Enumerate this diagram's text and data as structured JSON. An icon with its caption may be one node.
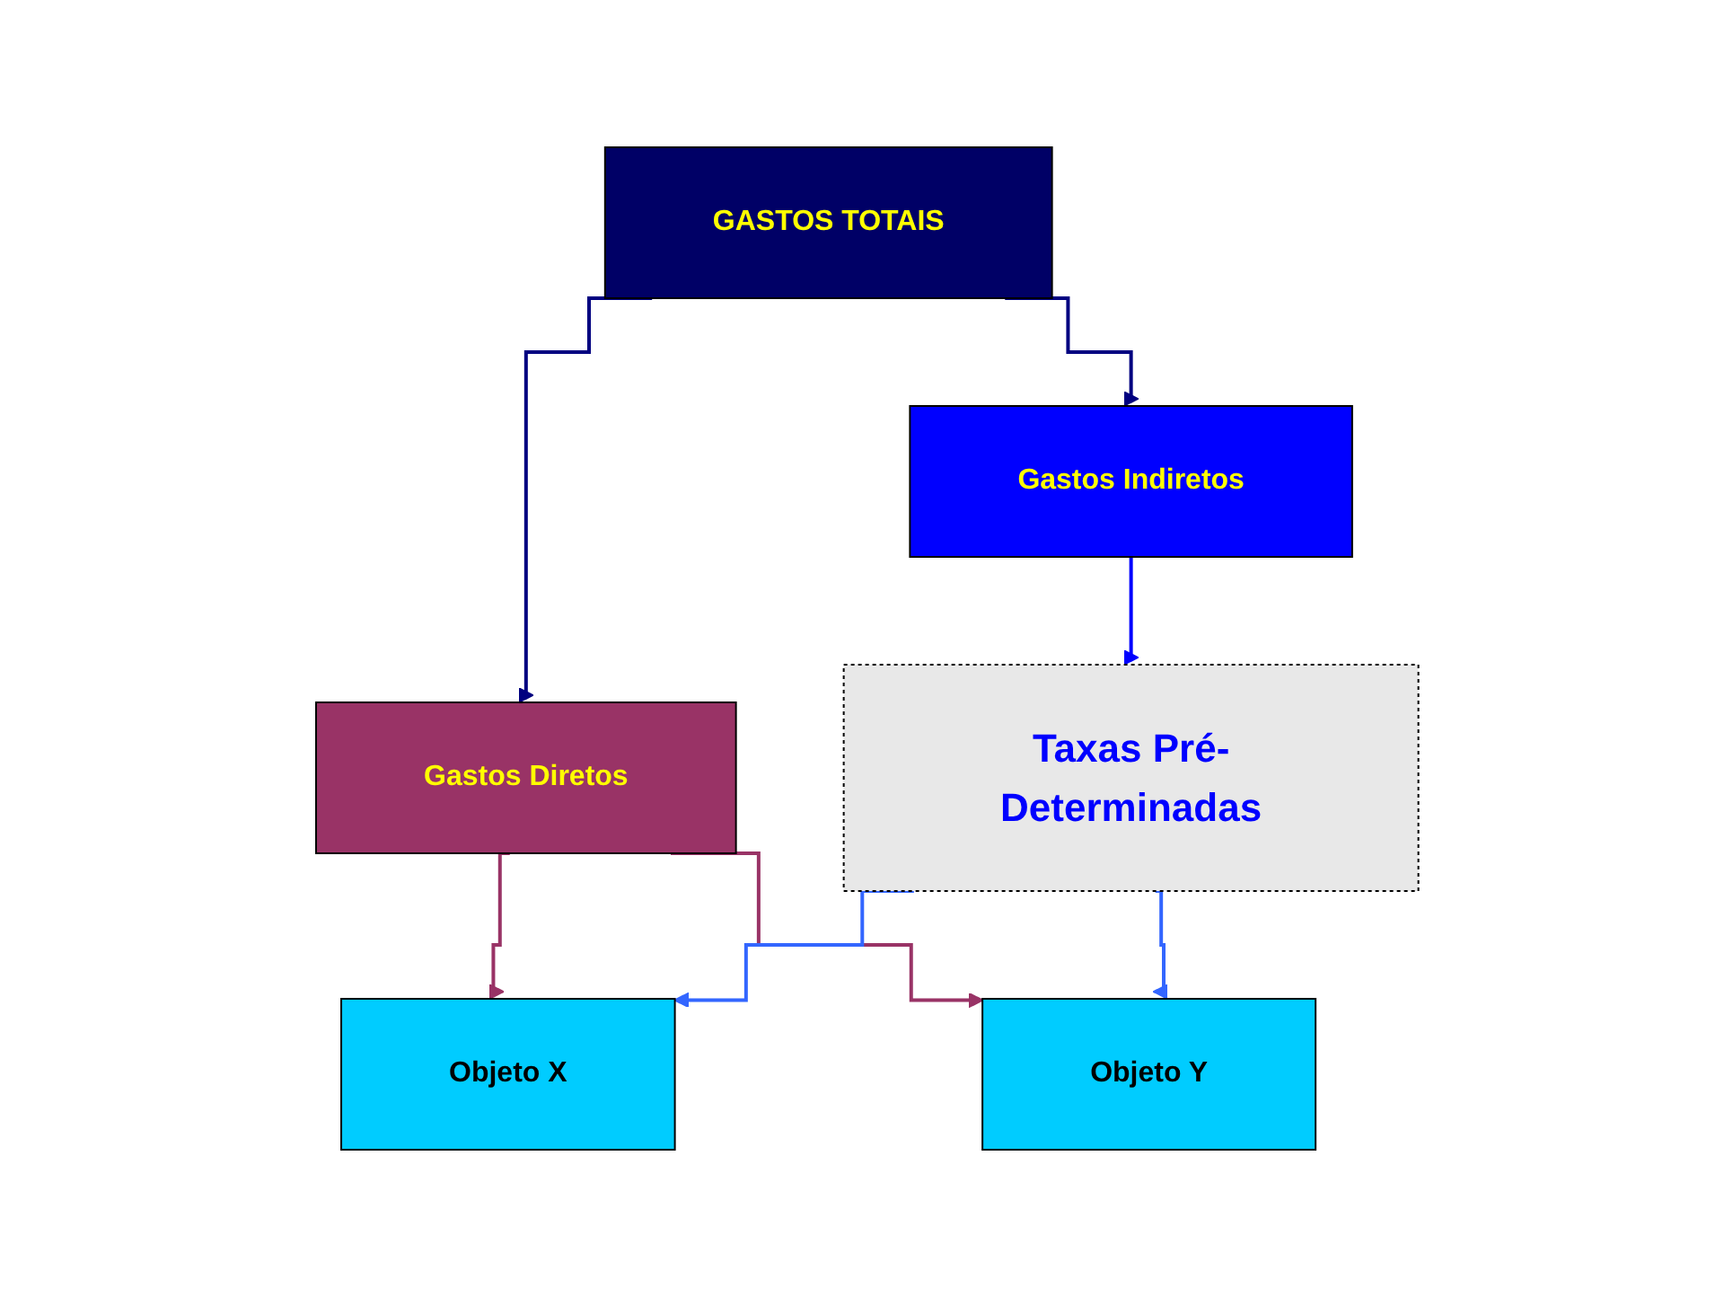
{
  "diagram": {
    "nodes": [
      {
        "text": [
          "GASTOS TOTAIS"
        ]
      },
      {
        "text": [
          "Gastos Indiretos"
        ]
      },
      {
        "text": [
          "Gastos Diretos"
        ]
      },
      {
        "text": [
          "Taxas Pré-Determinadas"
        ]
      },
      {
        "text": [
          "Objeto X"
        ]
      },
      {
        "text": [
          "Objeto Y"
        ]
      }
    ],
    "edges": [
      {
        "from": 0,
        "to": 1,
        "arrow": "to",
        "color": "#000080"
      },
      {
        "from": 0,
        "to": 2,
        "arrow": "to",
        "color": "#000080"
      },
      {
        "from": 1,
        "to": 3,
        "arrow": "to",
        "color": "#0000ff"
      },
      {
        "from": 2,
        "to": 4,
        "arrow": "to",
        "color": "#993366"
      },
      {
        "from": 2,
        "to": 5,
        "arrow": "to",
        "color": "#993366"
      },
      {
        "from": 3,
        "to": 4,
        "arrow": "to",
        "color": "#3366ff"
      },
      {
        "from": 3,
        "to": 5,
        "arrow": "to",
        "color": "#3366ff"
      }
    ]
  }
}
